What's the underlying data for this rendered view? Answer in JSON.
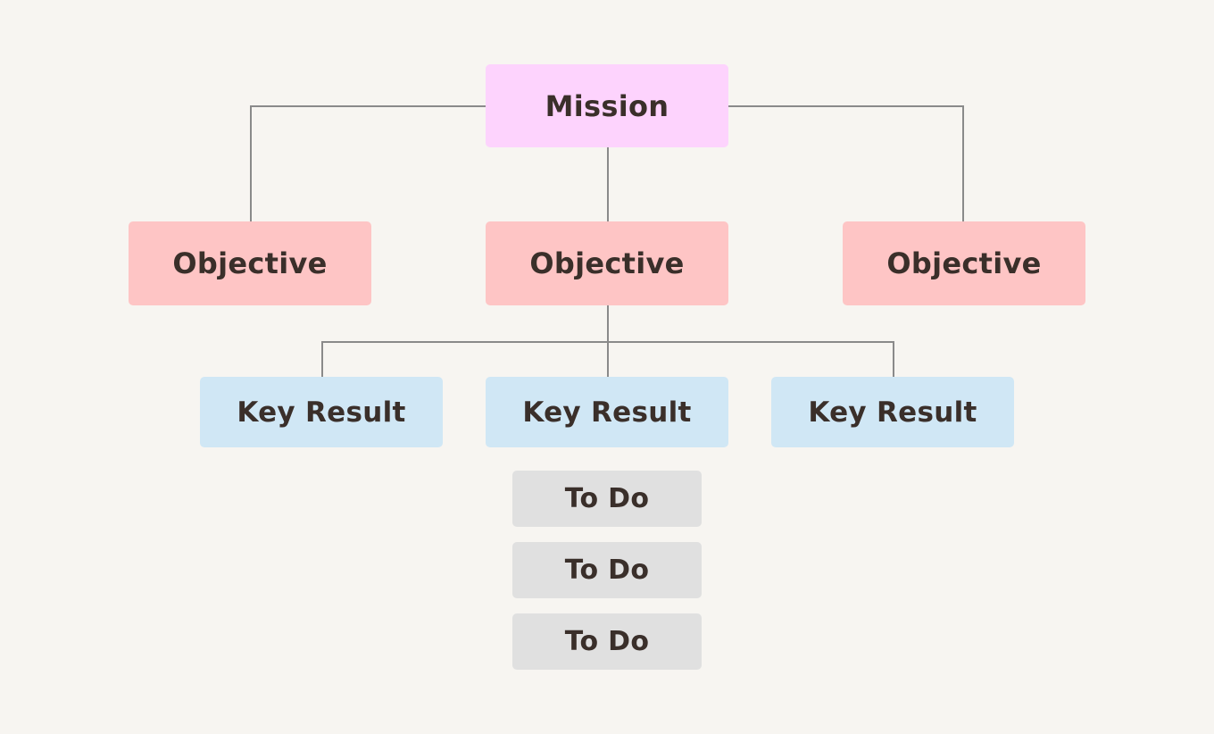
{
  "diagram": {
    "mission": {
      "label": "Mission"
    },
    "objectives": [
      {
        "label": "Objective"
      },
      {
        "label": "Objective"
      },
      {
        "label": "Objective"
      }
    ],
    "key_results": [
      {
        "label": "Key Result"
      },
      {
        "label": "Key Result"
      },
      {
        "label": "Key Result"
      }
    ],
    "todos": [
      {
        "label": "To Do"
      },
      {
        "label": "To Do"
      },
      {
        "label": "To Do"
      }
    ],
    "edges": [
      {
        "from": "mission",
        "to": "objective-left"
      },
      {
        "from": "mission",
        "to": "objective-center"
      },
      {
        "from": "mission",
        "to": "objective-right"
      },
      {
        "from": "objective-center",
        "to": "key-result-left"
      },
      {
        "from": "objective-center",
        "to": "key-result-center"
      },
      {
        "from": "objective-center",
        "to": "key-result-right"
      }
    ]
  },
  "colors": {
    "background": "#f7f5f1",
    "mission": "#fdd3fd",
    "objective": "#fec5c5",
    "key_result": "#d0e7f5",
    "todo": "#e0e0e0",
    "connector": "#8a8a8a",
    "text": "#3a2f2a"
  }
}
